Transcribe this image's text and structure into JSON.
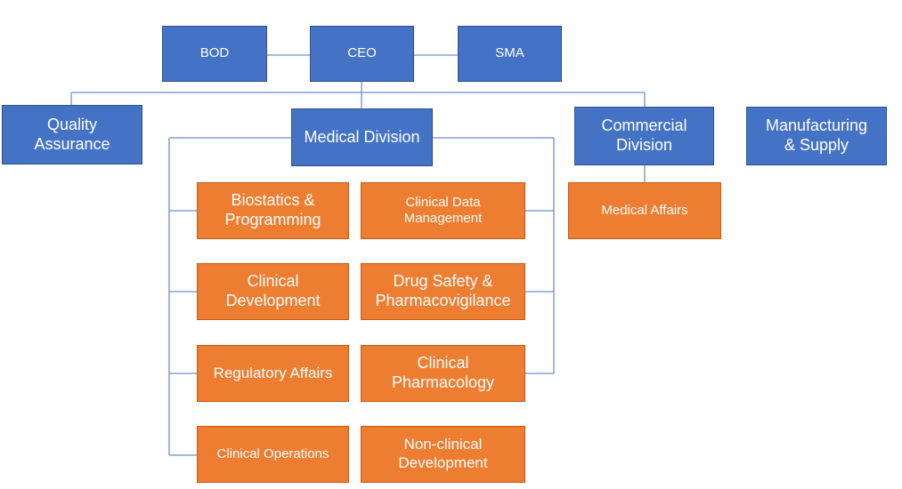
{
  "org_chart": {
    "top": {
      "bod": "BOD",
      "ceo": "CEO",
      "sma": "SMA"
    },
    "divisions": {
      "quality": "Quality\nAssurance",
      "medical": "Medical Division",
      "commercial": "Commercial\nDivision",
      "manufacturing": "Manufacturing\n& Supply"
    },
    "medical_units": {
      "biostatics": "Biostatics &\nProgramming",
      "clinical_data": "Clinical Data\nManagement",
      "clinical_dev": "Clinical\nDevelopment",
      "drug_safety": "Drug Safety &\nPharmacovigilance",
      "regulatory": "Regulatory Affairs",
      "clinical_pharm": "Clinical\nPharmacology",
      "clinical_ops": "Clinical Operations",
      "nonclinical": "Non-clinical\nDevelopment"
    },
    "commercial_units": {
      "medical_affairs": "Medical Affairs"
    }
  },
  "colors": {
    "blue_fill": "#4472c4",
    "orange_fill": "#ed7d31",
    "connector": "#6f8fc9"
  }
}
